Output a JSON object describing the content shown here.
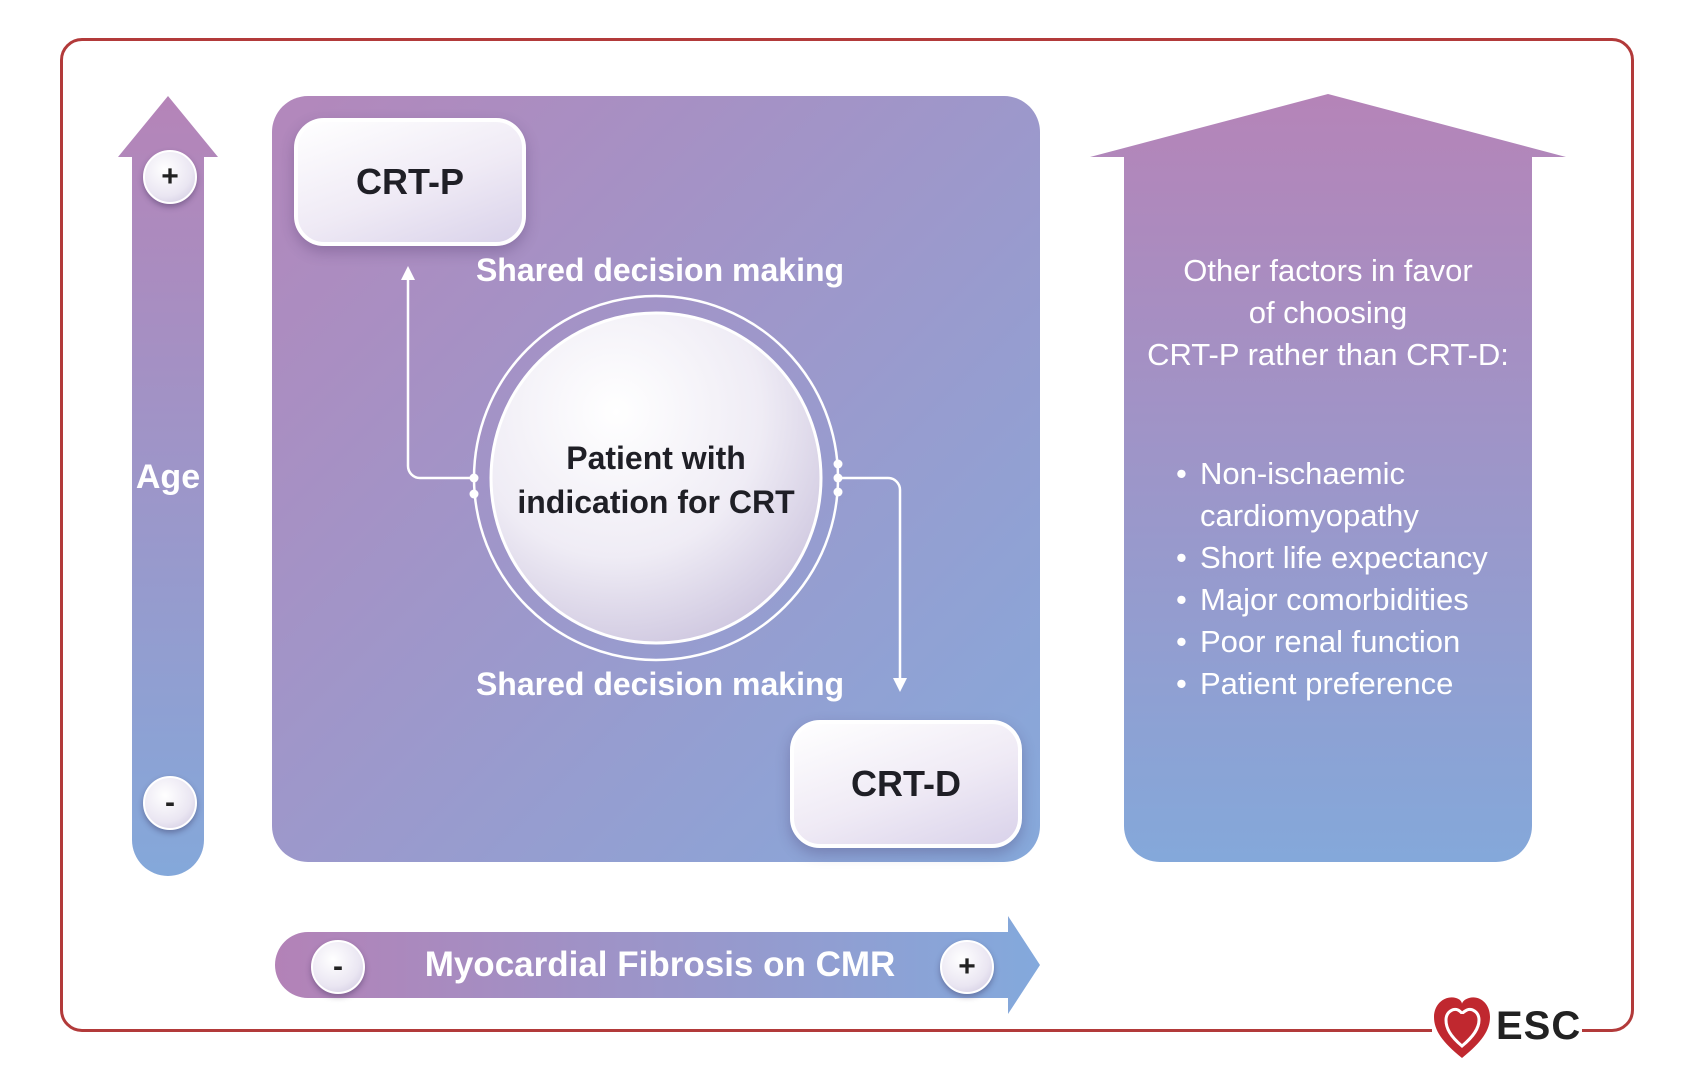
{
  "age_axis": {
    "label": "Age",
    "top_sign": "+",
    "bottom_sign": "-"
  },
  "fibrosis_axis": {
    "label": "Myocardial Fibrosis on CMR",
    "left_sign": "-",
    "right_sign": "+"
  },
  "center": {
    "line1": "Patient with",
    "line2": "indication for CRT"
  },
  "options": {
    "crt_p": "CRT-P",
    "crt_d": "CRT-D"
  },
  "shared_top": "Shared decision making",
  "shared_bottom": "Shared decision making",
  "factors": {
    "title_lines": [
      "Other factors in favor",
      "of choosing",
      "CRT-P rather than CRT-D:"
    ],
    "items": [
      [
        "Non-ischaemic",
        "cardiomyopathy"
      ],
      [
        "Short life expectancy"
      ],
      [
        "Major comorbidities"
      ],
      [
        "Poor renal function"
      ],
      [
        "Patient preference"
      ]
    ]
  },
  "logo": {
    "text": "ESC"
  },
  "colors": {
    "gradient_top": "#b584b8",
    "gradient_bottom": "#84a8da",
    "frame": "#b23a3a"
  }
}
